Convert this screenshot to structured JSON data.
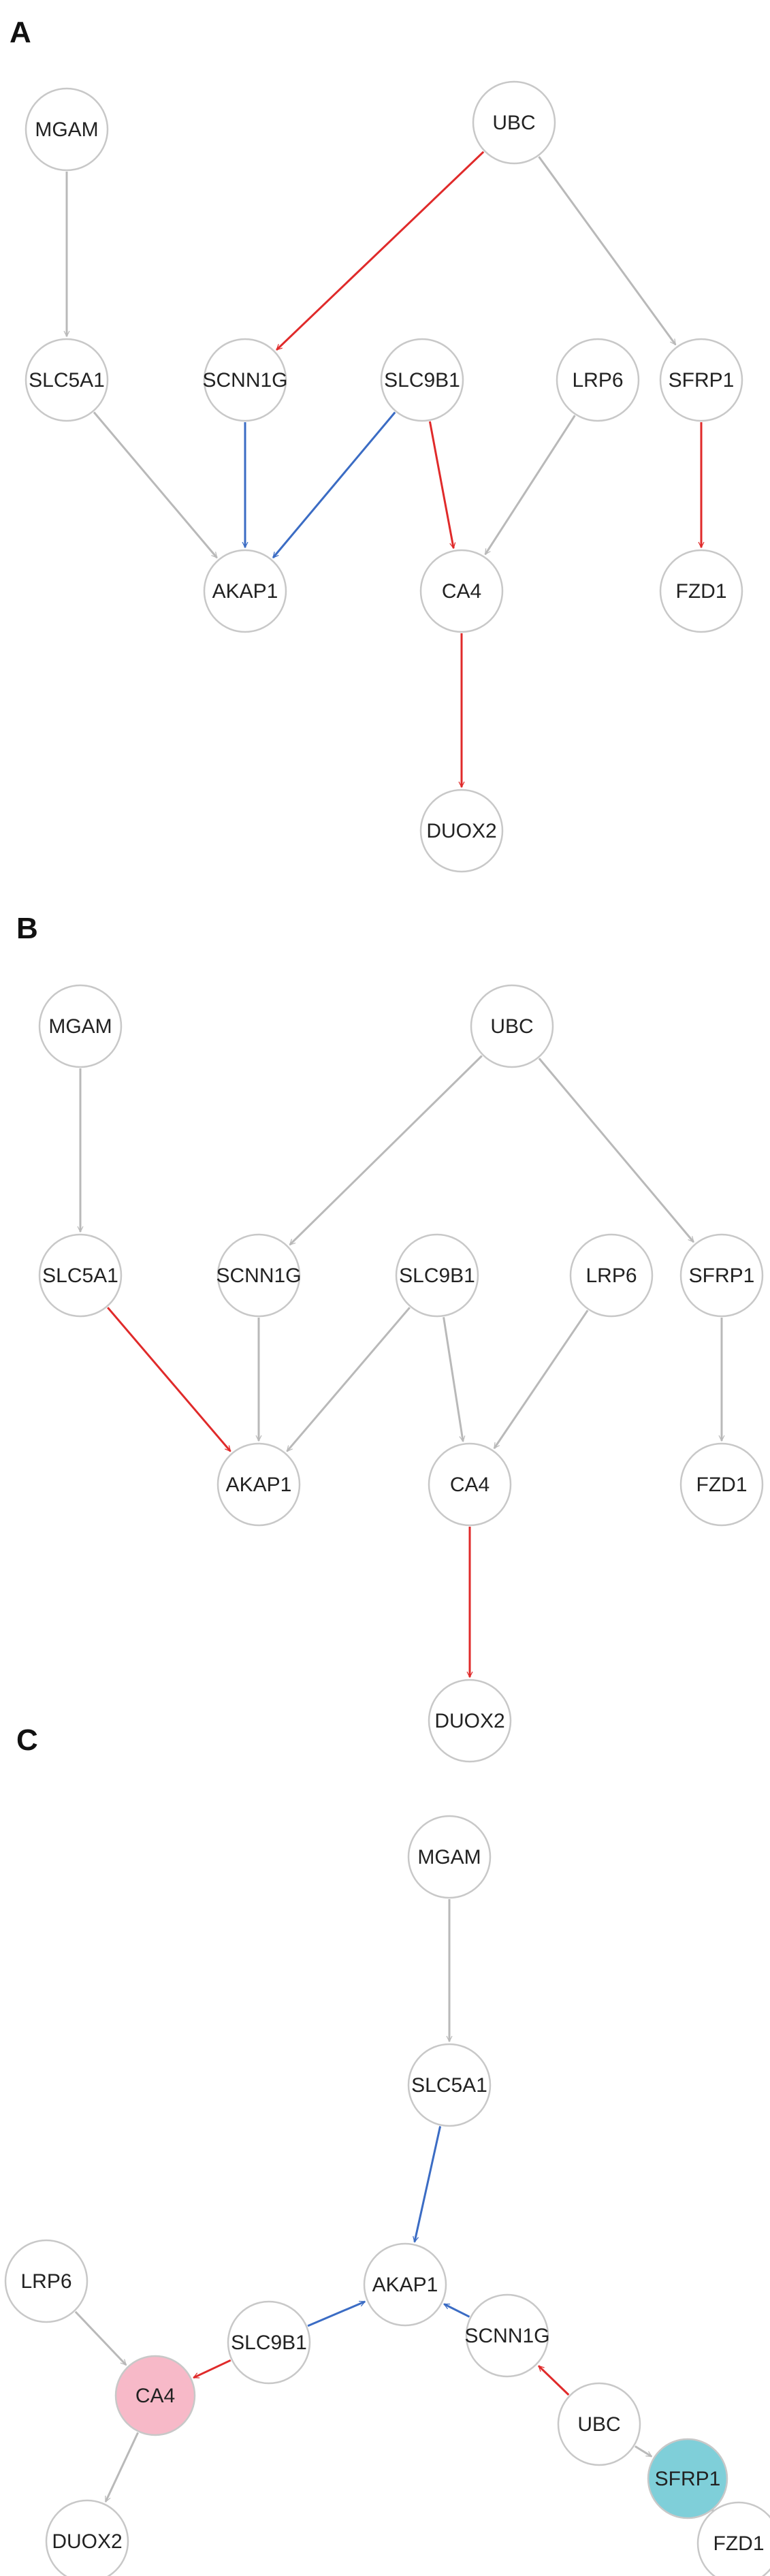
{
  "colors": {
    "gray": "#b9b9b9",
    "red": "#e02a2a",
    "blue": "#3b6cc4",
    "node_fill": "#ffffff",
    "pink": "#f7b9c8",
    "cyan": "#7fcfd9"
  },
  "panels": [
    {
      "id": "A",
      "letter": "A",
      "nodes": [
        {
          "id": "MGAM",
          "label": "MGAM"
        },
        {
          "id": "UBC",
          "label": "UBC"
        },
        {
          "id": "SLC5A1",
          "label": "SLC5A1"
        },
        {
          "id": "SCNN1G",
          "label": "SCNN1G"
        },
        {
          "id": "SLC9B1",
          "label": "SLC9B1"
        },
        {
          "id": "LRP6",
          "label": "LRP6"
        },
        {
          "id": "SFRP1",
          "label": "SFRP1"
        },
        {
          "id": "AKAP1",
          "label": "AKAP1"
        },
        {
          "id": "CA4",
          "label": "CA4"
        },
        {
          "id": "FZD1",
          "label": "FZD1"
        },
        {
          "id": "DUOX2",
          "label": "DUOX2"
        }
      ],
      "edges": [
        {
          "from": "MGAM",
          "to": "SLC5A1",
          "color": "gray"
        },
        {
          "from": "UBC",
          "to": "SCNN1G",
          "color": "red"
        },
        {
          "from": "UBC",
          "to": "SFRP1",
          "color": "gray"
        },
        {
          "from": "SLC5A1",
          "to": "AKAP1",
          "color": "gray"
        },
        {
          "from": "SCNN1G",
          "to": "AKAP1",
          "color": "blue"
        },
        {
          "from": "SLC9B1",
          "to": "AKAP1",
          "color": "blue"
        },
        {
          "from": "SLC9B1",
          "to": "CA4",
          "color": "red"
        },
        {
          "from": "LRP6",
          "to": "CA4",
          "color": "gray"
        },
        {
          "from": "SFRP1",
          "to": "FZD1",
          "color": "red"
        },
        {
          "from": "CA4",
          "to": "DUOX2",
          "color": "red"
        }
      ]
    },
    {
      "id": "B",
      "letter": "B",
      "nodes": [
        {
          "id": "MGAM",
          "label": "MGAM"
        },
        {
          "id": "UBC",
          "label": "UBC"
        },
        {
          "id": "SLC5A1",
          "label": "SLC5A1"
        },
        {
          "id": "SCNN1G",
          "label": "SCNN1G"
        },
        {
          "id": "SLC9B1",
          "label": "SLC9B1"
        },
        {
          "id": "LRP6",
          "label": "LRP6"
        },
        {
          "id": "SFRP1",
          "label": "SFRP1"
        },
        {
          "id": "AKAP1",
          "label": "AKAP1"
        },
        {
          "id": "CA4",
          "label": "CA4"
        },
        {
          "id": "FZD1",
          "label": "FZD1"
        },
        {
          "id": "DUOX2",
          "label": "DUOX2"
        }
      ],
      "edges": [
        {
          "from": "MGAM",
          "to": "SLC5A1",
          "color": "gray"
        },
        {
          "from": "UBC",
          "to": "SCNN1G",
          "color": "gray"
        },
        {
          "from": "UBC",
          "to": "SFRP1",
          "color": "gray"
        },
        {
          "from": "SLC5A1",
          "to": "AKAP1",
          "color": "red"
        },
        {
          "from": "SCNN1G",
          "to": "AKAP1",
          "color": "gray"
        },
        {
          "from": "SLC9B1",
          "to": "AKAP1",
          "color": "gray"
        },
        {
          "from": "SLC9B1",
          "to": "CA4",
          "color": "gray"
        },
        {
          "from": "LRP6",
          "to": "CA4",
          "color": "gray"
        },
        {
          "from": "SFRP1",
          "to": "FZD1",
          "color": "gray"
        },
        {
          "from": "CA4",
          "to": "DUOX2",
          "color": "red"
        }
      ]
    },
    {
      "id": "C",
      "letter": "C",
      "nodes": [
        {
          "id": "MGAM",
          "label": "MGAM"
        },
        {
          "id": "SLC5A1",
          "label": "SLC5A1"
        },
        {
          "id": "AKAP1",
          "label": "AKAP1"
        },
        {
          "id": "LRP6",
          "label": "LRP6"
        },
        {
          "id": "SLC9B1",
          "label": "SLC9B1"
        },
        {
          "id": "CA4",
          "label": "CA4",
          "fill": "pink"
        },
        {
          "id": "SCNN1G",
          "label": "SCNN1G"
        },
        {
          "id": "UBC",
          "label": "UBC"
        },
        {
          "id": "DUOX2",
          "label": "DUOX2"
        },
        {
          "id": "SFRP1",
          "label": "SFRP1",
          "fill": "cyan"
        },
        {
          "id": "FZD1",
          "label": "FZD1"
        }
      ],
      "edges": [
        {
          "from": "MGAM",
          "to": "SLC5A1",
          "color": "gray"
        },
        {
          "from": "SLC5A1",
          "to": "AKAP1",
          "color": "blue"
        },
        {
          "from": "SLC9B1",
          "to": "AKAP1",
          "color": "blue"
        },
        {
          "from": "SCNN1G",
          "to": "AKAP1",
          "color": "blue"
        },
        {
          "from": "SLC9B1",
          "to": "CA4",
          "color": "red"
        },
        {
          "from": "LRP6",
          "to": "CA4",
          "color": "gray"
        },
        {
          "from": "CA4",
          "to": "DUOX2",
          "color": "gray"
        },
        {
          "from": "UBC",
          "to": "SCNN1G",
          "color": "red"
        },
        {
          "from": "UBC",
          "to": "SFRP1",
          "color": "gray"
        },
        {
          "from": "SFRP1",
          "to": "FZD1",
          "color": "gray"
        }
      ]
    }
  ]
}
